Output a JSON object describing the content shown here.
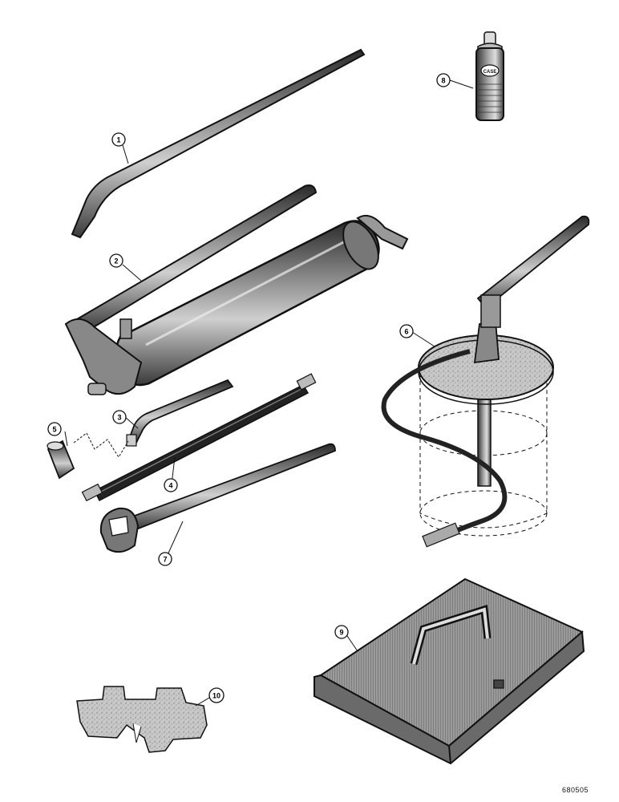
{
  "callouts": {
    "c1": "1",
    "c2": "2",
    "c3": "3",
    "c4": "4",
    "c5": "5",
    "c6": "6",
    "c7": "7",
    "c8": "8",
    "c9": "9",
    "c10": "10"
  },
  "can_label": "CASE",
  "figure_code": "680505"
}
